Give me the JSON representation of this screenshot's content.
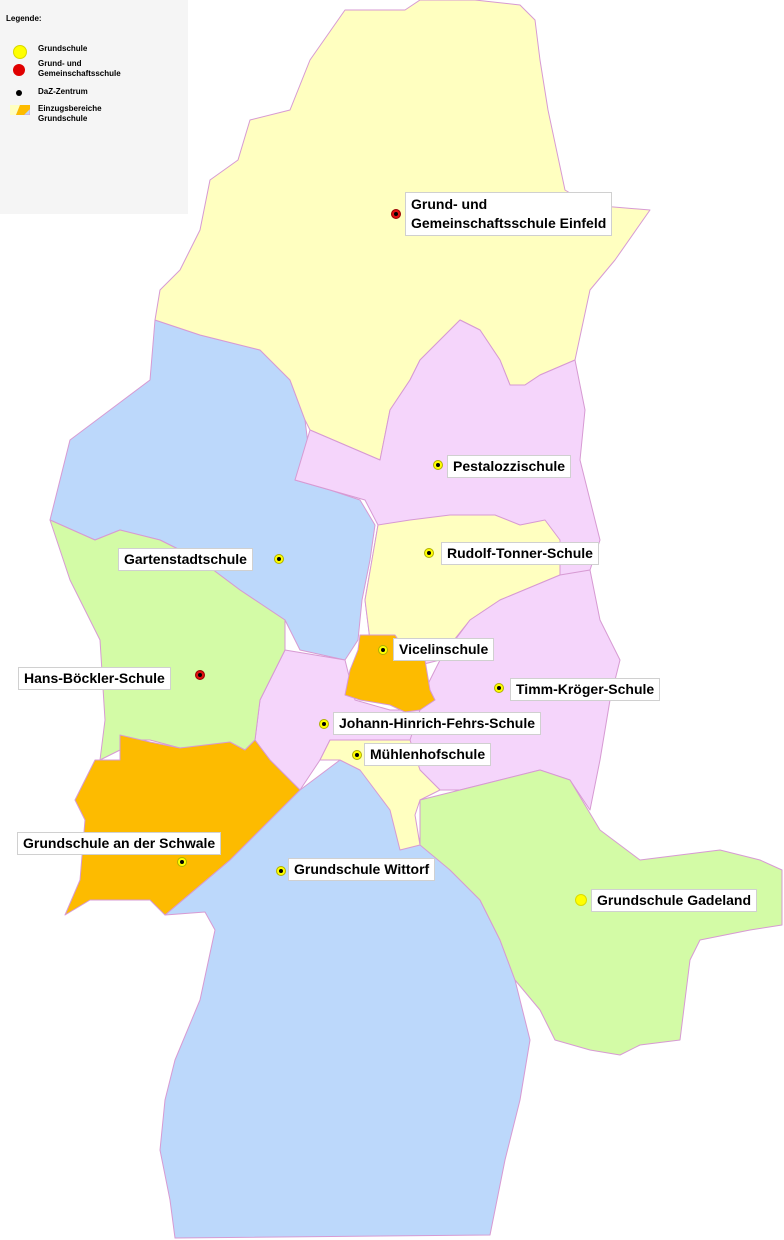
{
  "legend": {
    "title": "Legende:",
    "items": [
      {
        "label": "Grundschule",
        "symbol": "yellow-dot"
      },
      {
        "label": "Grund- und Gemeinschaftsschule",
        "symbol": "red-dot"
      },
      {
        "label": "DaZ-Zentrum",
        "symbol": "black-dot"
      },
      {
        "label": "Einzugsbereiche Grundschule",
        "symbol": "area-swatch"
      }
    ]
  },
  "colors": {
    "yellow_area": "#ffffc0",
    "pink_area": "#f5d5fb",
    "blue_area": "#bcd8fb",
    "green_area": "#d3fba6",
    "orange_area": "#fdbb00",
    "boundary": "#d79ad3",
    "yellow_dot": "#ffff00",
    "red_dot": "#e00000"
  },
  "schools": [
    {
      "name": "Grund- und Gemeinschaftsschule Einfeld",
      "line1": "Grund- und",
      "line2": "Gemeinschaftsschule Einfeld",
      "type": "gemeinschaftsschule",
      "daz": true
    },
    {
      "name": "Pestalozzischule",
      "type": "grundschule",
      "daz": true
    },
    {
      "name": "Rudolf-Tonner-Schule",
      "type": "grundschule",
      "daz": true
    },
    {
      "name": "Gartenstadtschule",
      "type": "grundschule",
      "daz": true
    },
    {
      "name": "Vicelinschule",
      "type": "grundschule",
      "daz": true
    },
    {
      "name": "Hans-Böckler-Schule",
      "type": "gemeinschaftsschule",
      "daz": true
    },
    {
      "name": "Timm-Kröger-Schule",
      "type": "grundschule",
      "daz": true
    },
    {
      "name": "Johann-Hinrich-Fehrs-Schule",
      "type": "grundschule",
      "daz": true
    },
    {
      "name": "Mühlenhofschule",
      "type": "grundschule",
      "daz": true
    },
    {
      "name": "Grundschule an der Schwale",
      "type": "grundschule",
      "daz": true
    },
    {
      "name": "Grundschule Wittorf",
      "type": "grundschule",
      "daz": true
    },
    {
      "name": "Grundschule Gadeland",
      "type": "grundschule",
      "daz": false
    }
  ]
}
